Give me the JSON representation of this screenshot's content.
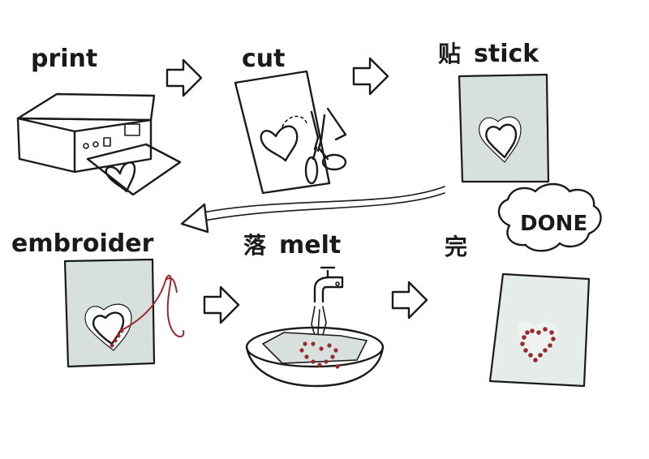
{
  "steps": {
    "print": {
      "label": "print"
    },
    "cut": {
      "label": "cut"
    },
    "stick": {
      "cjk": "贴",
      "label": "stick"
    },
    "embroider": {
      "label": "embroider"
    },
    "melt": {
      "cjk": "落",
      "label": "melt"
    },
    "done": {
      "cjk": "完",
      "label": "DONE"
    }
  },
  "colors": {
    "ink": "#1a1a1a",
    "stabilizer_sheet": "#d7e0dd",
    "thread": "#9b2a2f"
  },
  "icons": {
    "print": "printer-icon",
    "cut": "scissors-icon",
    "stick": "sheet-icon",
    "embroider": "needle-thread-icon",
    "melt": "faucet-basin-icon",
    "done": "embroidered-heart-icon"
  }
}
